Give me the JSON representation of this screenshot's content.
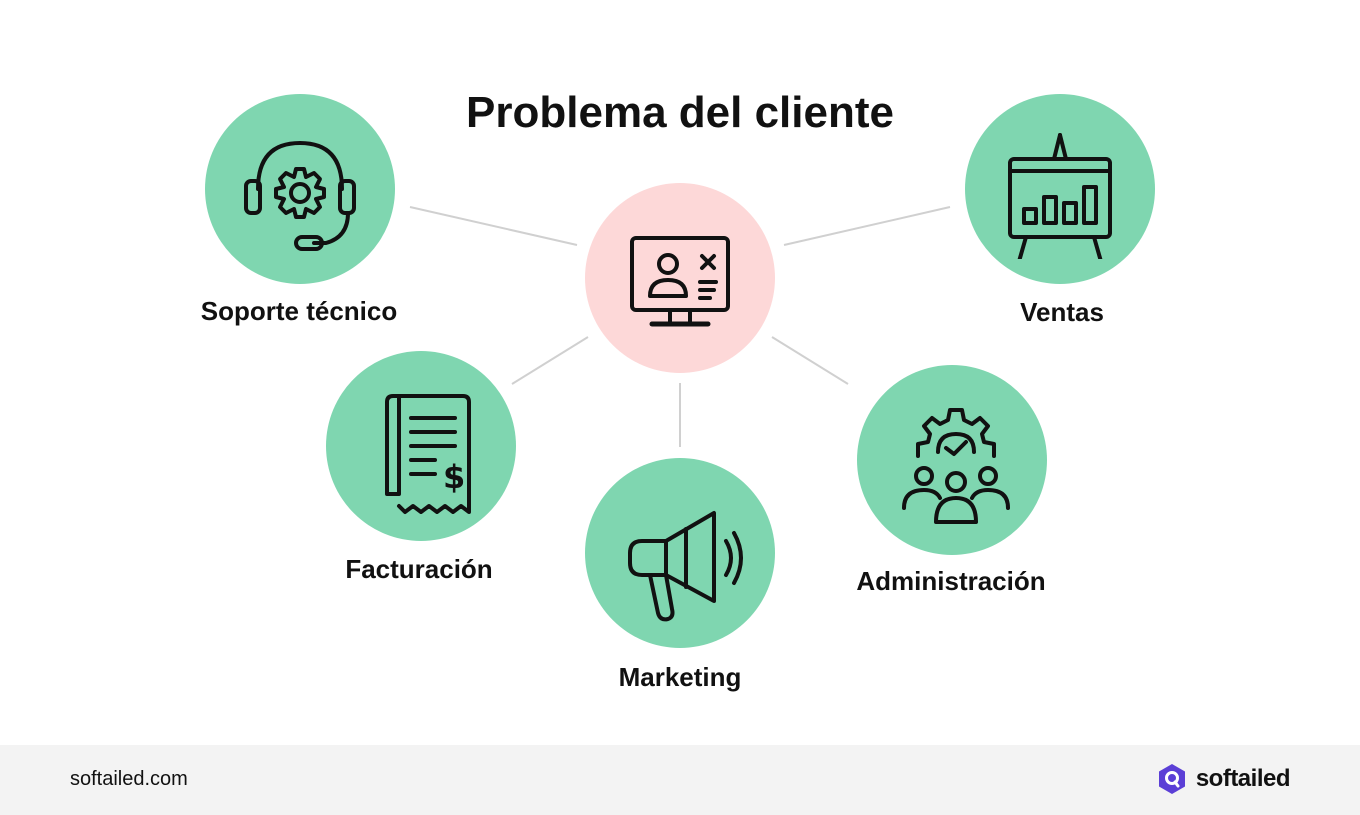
{
  "title": "Problema del cliente",
  "colors": {
    "center_fill": "#fdd8d8",
    "node_fill": "#7fd6b0",
    "connector": "#d0d0d0",
    "icon_stroke": "#111111",
    "brand_accent": "#5b3fd6"
  },
  "center": {
    "icon": "computer-user-icon"
  },
  "nodes": [
    {
      "id": "soporte",
      "label": "Soporte técnico",
      "icon": "headset-gear-icon"
    },
    {
      "id": "ventas",
      "label": "Ventas",
      "icon": "presentation-chart-icon"
    },
    {
      "id": "facturacion",
      "label": "Facturación",
      "icon": "invoice-dollar-icon"
    },
    {
      "id": "marketing",
      "label": "Marketing",
      "icon": "megaphone-icon"
    },
    {
      "id": "administracion",
      "label": "Administración",
      "icon": "team-gear-icon"
    }
  ],
  "footer": {
    "url": "softailed.com",
    "brand": "softailed",
    "brand_icon": "softailed-logo-icon"
  }
}
